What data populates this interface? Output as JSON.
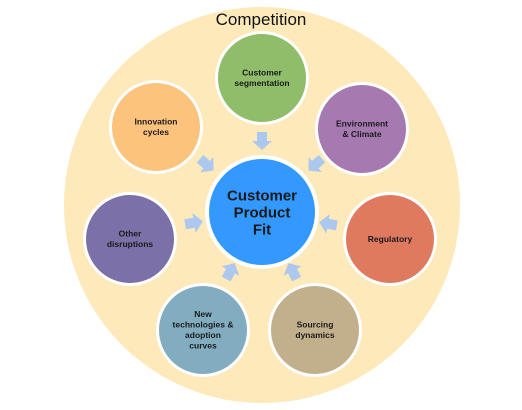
{
  "diagram": {
    "outer_label": "Competition",
    "center": {
      "lines": [
        "Customer",
        "Product",
        "Fit"
      ],
      "color": "#3399ff"
    },
    "nodes": [
      {
        "id": "customer-segmentation",
        "lines": [
          "Customer",
          "segmentation"
        ],
        "color": "#8fbd6a"
      },
      {
        "id": "environment-climate",
        "lines": [
          "Environment",
          "& Climate"
        ],
        "color": "#a779b1"
      },
      {
        "id": "regulatory",
        "lines": [
          "Regulatory"
        ],
        "color": "#e07a5f"
      },
      {
        "id": "sourcing-dynamics",
        "lines": [
          "Sourcing",
          "dynamics"
        ],
        "color": "#c2b08d"
      },
      {
        "id": "new-technologies",
        "lines": [
          "New",
          "technologies &",
          "adoption",
          "curves"
        ],
        "color": "#82adc0"
      },
      {
        "id": "other-disruptions",
        "lines": [
          "Other",
          "disruptions"
        ],
        "color": "#7b70a8"
      },
      {
        "id": "innovation-cycles",
        "lines": [
          "Innovation",
          "cycles"
        ],
        "color": "#fcc37d"
      }
    ],
    "colors": {
      "outer_fill": "#fde9b9",
      "ring_stroke": "#ffffff",
      "arrow_fill": "#adc8ee"
    }
  }
}
